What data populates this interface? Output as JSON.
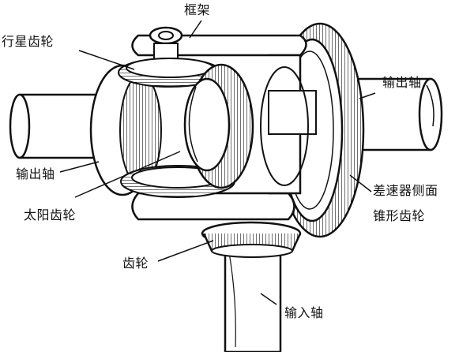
{
  "labels": {
    "frame": "框架",
    "planet_gear": "行星齿轮",
    "output_shaft_right": "输出轴",
    "output_shaft_left": "输出轴",
    "sun_gear": "太阳齿轮",
    "side_ring_gear_line1": "差速器侧面",
    "side_ring_gear_line2": "锥形齿轮",
    "pinion_gear": "齿轮",
    "input_shaft": "输入轴"
  },
  "colors": {
    "ink": "#111111",
    "paper": "#ffffff",
    "shade": "#d8d8d8"
  }
}
